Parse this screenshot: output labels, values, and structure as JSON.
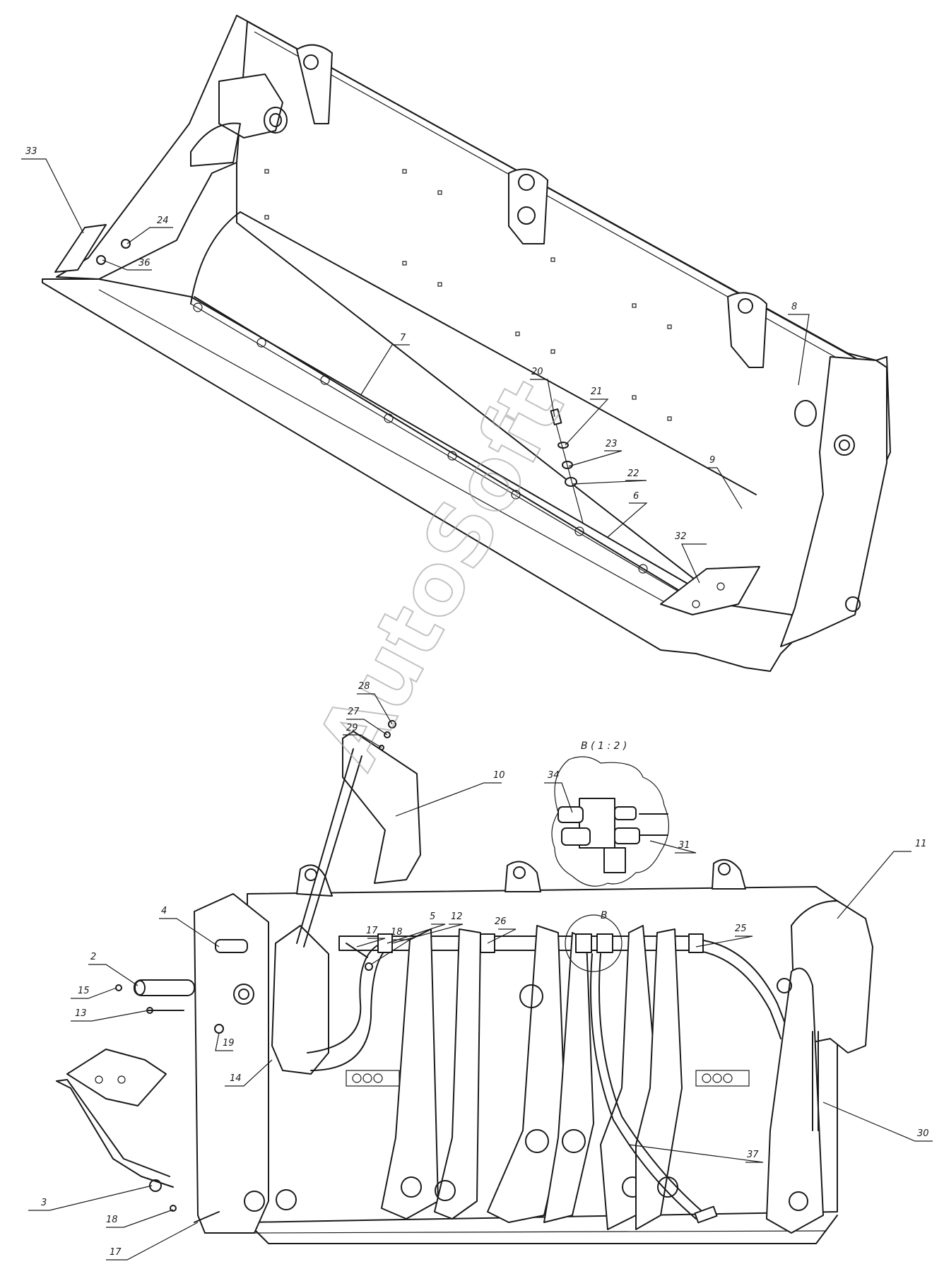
{
  "diagram": {
    "detail_view_label": "B ( 1 : 2 )",
    "section_mark": "B",
    "watermark": "AutoSoft",
    "callouts": [
      {
        "id": "c33",
        "text": "33"
      },
      {
        "id": "c24",
        "text": "24"
      },
      {
        "id": "c36",
        "text": "36"
      },
      {
        "id": "c7",
        "text": "7"
      },
      {
        "id": "c20",
        "text": "20"
      },
      {
        "id": "c21",
        "text": "21"
      },
      {
        "id": "c23",
        "text": "23"
      },
      {
        "id": "c22",
        "text": "22"
      },
      {
        "id": "c6",
        "text": "6"
      },
      {
        "id": "c9",
        "text": "9"
      },
      {
        "id": "c8",
        "text": "8"
      },
      {
        "id": "c32",
        "text": "32"
      },
      {
        "id": "c28",
        "text": "28"
      },
      {
        "id": "c27",
        "text": "27"
      },
      {
        "id": "c29",
        "text": "29"
      },
      {
        "id": "c10",
        "text": "10"
      },
      {
        "id": "c34",
        "text": "34"
      },
      {
        "id": "c31",
        "text": "31"
      },
      {
        "id": "c11",
        "text": "11"
      },
      {
        "id": "c4",
        "text": "4"
      },
      {
        "id": "c2",
        "text": "2"
      },
      {
        "id": "c15",
        "text": "15"
      },
      {
        "id": "c13",
        "text": "13"
      },
      {
        "id": "c19",
        "text": "19"
      },
      {
        "id": "c14",
        "text": "14"
      },
      {
        "id": "c17a",
        "text": "17"
      },
      {
        "id": "c18a",
        "text": "18"
      },
      {
        "id": "c5",
        "text": "5"
      },
      {
        "id": "c12",
        "text": "12"
      },
      {
        "id": "c26",
        "text": "26"
      },
      {
        "id": "c25",
        "text": "25"
      },
      {
        "id": "c30",
        "text": "30"
      },
      {
        "id": "c37",
        "text": "37"
      },
      {
        "id": "c3",
        "text": "3"
      },
      {
        "id": "c18b",
        "text": "18"
      },
      {
        "id": "c17b",
        "text": "17"
      }
    ]
  }
}
